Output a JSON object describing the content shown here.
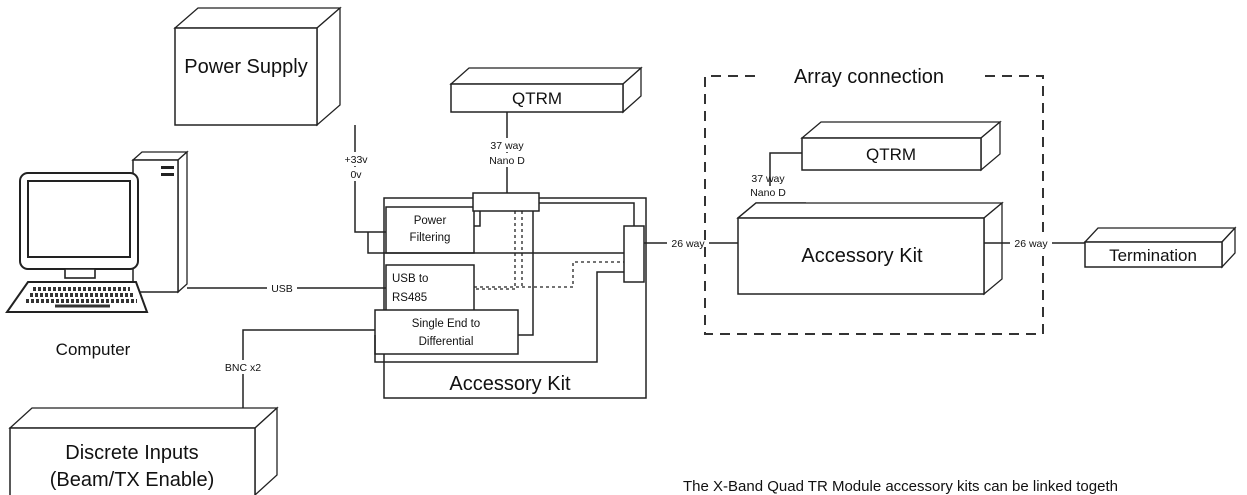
{
  "blocks": {
    "power_supply": "Power Supply",
    "qtrm_left": "QTRM",
    "qtrm_right": "QTRM",
    "termination": "Termination",
    "computer": "Computer",
    "discrete_line1": "Discrete Inputs",
    "discrete_line2": "(Beam/TX Enable)",
    "accessory_kit_left": "Accessory Kit",
    "accessory_kit_right": "Accessory Kit",
    "power_filtering_line1": "Power",
    "power_filtering_line2": "Filtering",
    "usb_rs485_line1": "USB to",
    "usb_rs485_line2": "RS485",
    "single_end_line1": "Single End to",
    "single_end_line2": "Differential"
  },
  "labels": {
    "v33": "+33v",
    "v0": "0v",
    "nano_left_1": "37 way",
    "nano_left_2": "Nano D",
    "nano_right_1": "37 way",
    "nano_right_2": "Nano D",
    "usb": "USB",
    "bnc": "BNC x2",
    "way26_left": "26 way",
    "way26_right": "26 way",
    "array_connection": "Array connection"
  },
  "caption": "The X-Band Quad TR Module accessory kits can be linked togeth"
}
